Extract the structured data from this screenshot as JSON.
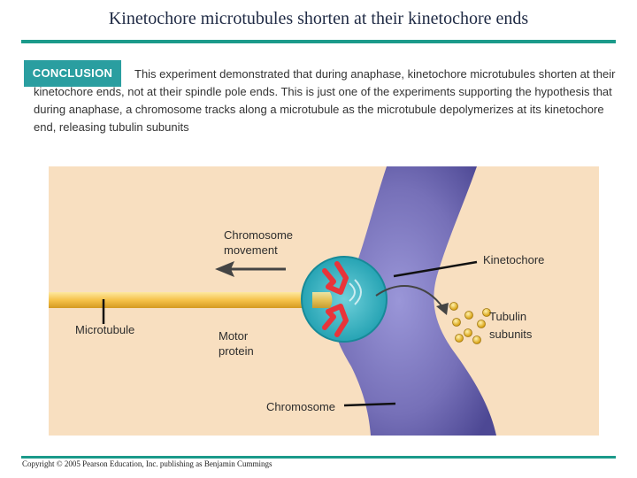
{
  "slide": {
    "title": "Kinetochore microtubules shorten at their kinetochore ends",
    "badge": "CONCLUSION",
    "body": "This experiment demonstrated that during anaphase, kinetochore microtubules shorten at their kinetochore ends, not at their spindle pole ends. This is just one of the experiments supporting the hypothesis that during anaphase, a chromosome tracks along a microtubule as the microtubule depolymerizes at its kinetochore end, releasing tubulin subunits",
    "copyright": "Copyright © 2005 Pearson Education, Inc. publishing as Benjamin Cummings"
  },
  "figure": {
    "labels": {
      "chromosome_movement_1": "Chromosome",
      "chromosome_movement_2": "movement",
      "kinetochore": "Kinetochore",
      "tubulin_1": "Tubulin",
      "tubulin_2": "subunits",
      "microtubule": "Microtubule",
      "motor_1": "Motor",
      "motor_2": "protein",
      "chromosome": "Chromosome"
    },
    "colors": {
      "background": "#f8dfc0",
      "chromosome": "#7670b8",
      "microtubule": "#f6c24a",
      "kinetochore": "#2bb0c0",
      "motor_protein": "#e8343a",
      "tubulin": "#e0b020",
      "title_rule": "#1b9a8a",
      "badge": "#2a9ea0"
    }
  }
}
